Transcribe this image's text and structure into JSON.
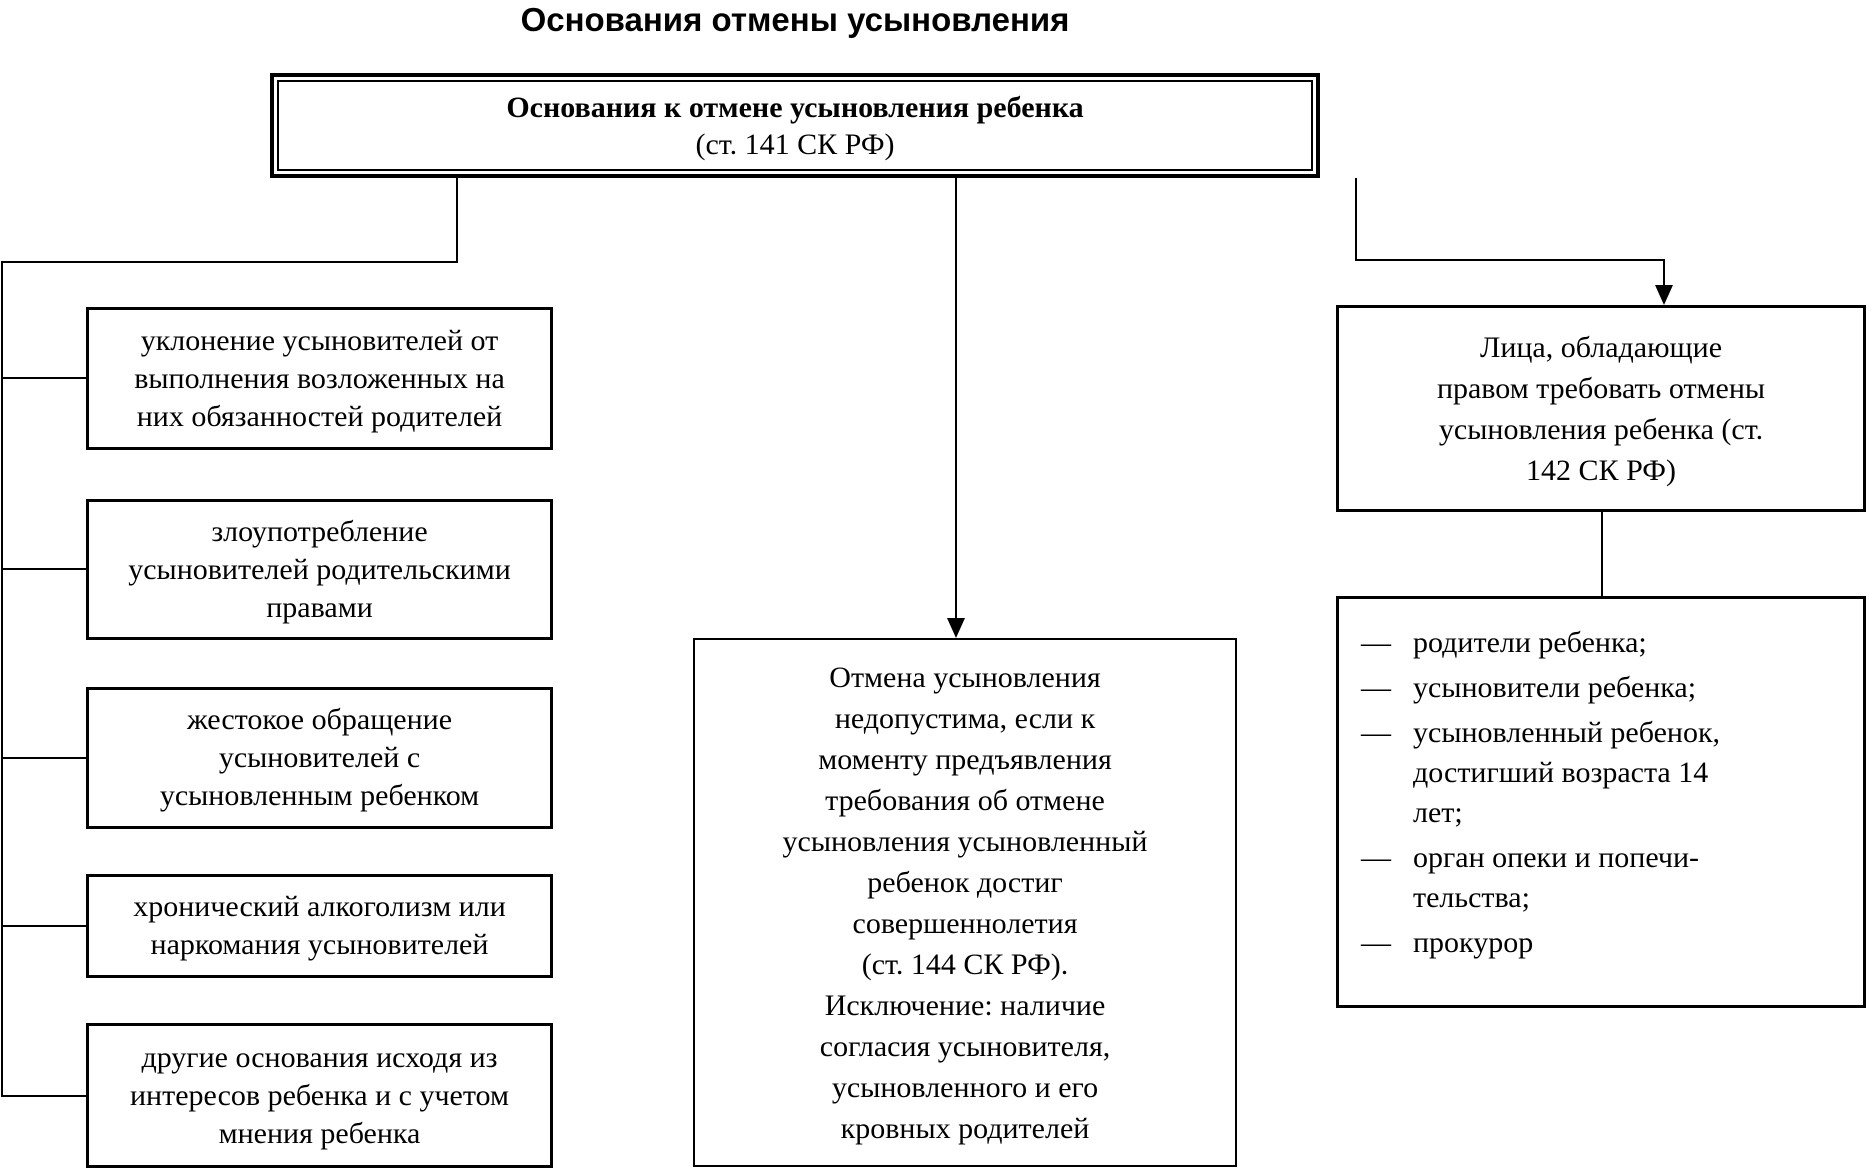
{
  "title": "Основания отмены усыновления",
  "root_box": {
    "line1": "Основания к отмене усыновления ребенка",
    "line2": "(ст. 141 СК РФ)"
  },
  "left_column": {
    "items": [
      "уклонение усыновителей от\nвыполнения возложенных на\nних обязанностей родителей",
      "злоупотребление\nусыновителей родительскими\nправами",
      "жестокое обращение\nусыновителей с\nусыновленным ребенком",
      "хронический алкоголизм или\nнаркомания усыновителей",
      "другие основания исходя из\nинтересов ребенка и с учетом\nмнения ребенка"
    ]
  },
  "middle_box": {
    "text": "Отмена усыновления\nнедопустима, если к\nмоменту предъявления\nтребования об отмене\nусыновления усыновленный\nребенок достиг\nсовершеннолетия\n(ст. 144 СК РФ).\nИсключение: наличие\nсогласия усыновителя,\nусыновленного и его\nкровных родителей"
  },
  "right_column": {
    "header_box": "Лица, обладающие\nправом требовать отмены\nусыновления ребенка (ст.\n142 СК РФ)",
    "dash": "—",
    "list_items": [
      "родители ребенка;",
      "усыновители ребенка;",
      "усыновленный ребенок,\nдостигший возраста 14\nлет;",
      "орган опеки и попечи-\nтельства;",
      "прокурор"
    ]
  },
  "colors": {
    "ink": "#000000",
    "background": "#ffffff"
  }
}
